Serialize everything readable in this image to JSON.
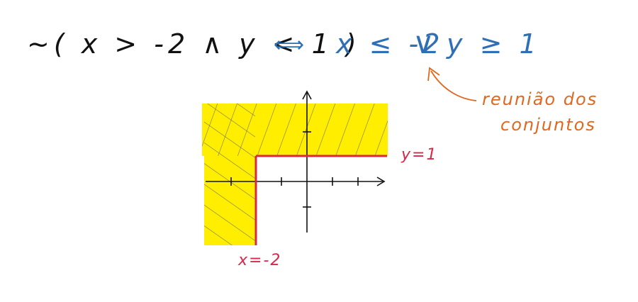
{
  "equation": {
    "lhs": "~( x > -2 ∧ y < 1 )",
    "equiv": "⟺",
    "rhs_left": "x ≤ -2",
    "or_symbol": "∨",
    "rhs_right": "y ≥ 1"
  },
  "annotation": {
    "line1": "reunião dos",
    "line2": "conjuntos"
  },
  "boundary_labels": {
    "y_line": "y=1",
    "x_line": "x=-2"
  },
  "colors": {
    "equation_lhs": "#111111",
    "equation_rhs": "#2f6fb3",
    "annotation": "#e0671e",
    "boundary": "#d8284a",
    "highlight": "#ffee00",
    "axes": "#111111"
  }
}
